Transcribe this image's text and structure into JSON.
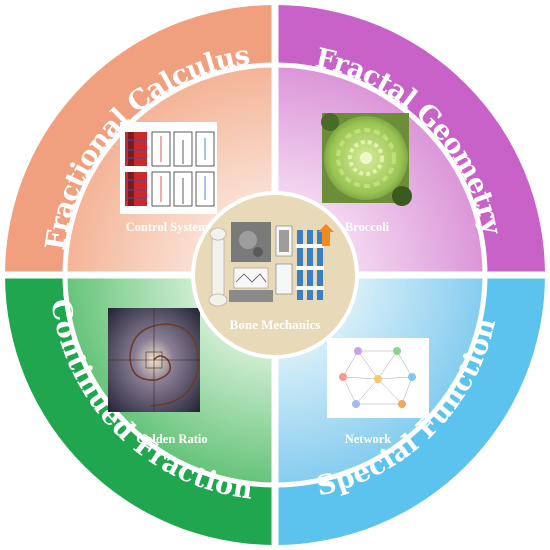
{
  "quadrants": [
    {
      "title": "Fractional Calculus",
      "label": "Control System",
      "ring_color": "#f0a07e",
      "inner_color": "#f7c8b0"
    },
    {
      "title": "Fractal Geometry",
      "label": "Broccoli",
      "ring_color": "#c862c8",
      "inner_color": "#e7b2e4"
    },
    {
      "title": "Continued Fraction",
      "label": "Golden Ratio",
      "ring_color": "#1fa64e",
      "inner_color": "#8fd39a"
    },
    {
      "title": "Special Function",
      "label": "Network",
      "ring_color": "#5cc3ee",
      "inner_color": "#a7dcf2"
    }
  ],
  "center": {
    "label": "Bone Mechanics",
    "color": "#e8d9b8"
  },
  "network_nodes": [
    "",
    "",
    "",
    "",
    "",
    "",
    "",
    ""
  ]
}
